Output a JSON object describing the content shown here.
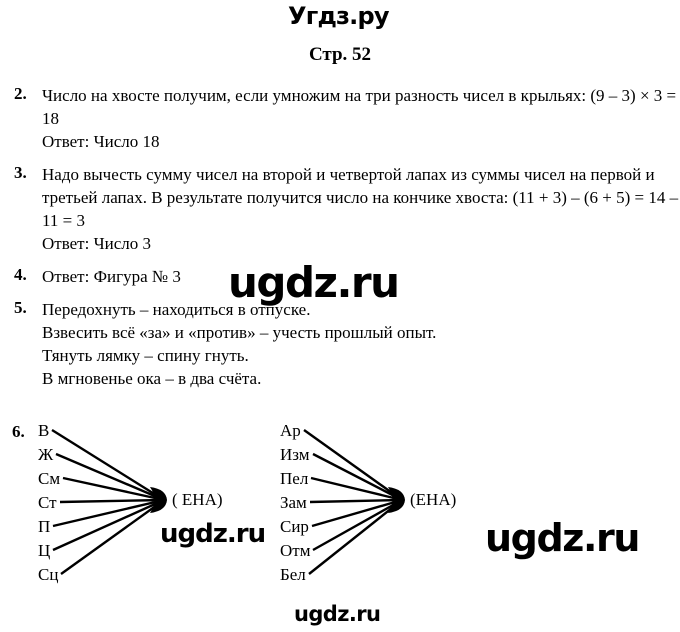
{
  "watermarks": {
    "logo": "Угдз.ру",
    "big_1": "ugdz.ru",
    "mid_left": "ugdz.ru",
    "mid_right": "ugdz.ru",
    "bottom": "ugdz.ru"
  },
  "page": {
    "heading": "Стр. 52"
  },
  "exercises": [
    {
      "number": "2.",
      "lines": [
        "Число на хвосте получим, если умножим на три разность чисел в крыльях: (9 – 3) × 3 = 18",
        "Ответ: Число 18"
      ]
    },
    {
      "number": "3.",
      "lines": [
        "Надо вычесть сумму чисел на второй и четвертой лапах из суммы чисел на первой и третьей лапах. В результате получится число на кончике хвоста: (11 + 3) – (6 + 5) = 14 – 11 = 3",
        "Ответ: Число 3"
      ]
    },
    {
      "number": "4.",
      "lines": [
        "Ответ: Фигура № 3"
      ]
    },
    {
      "number": "5.",
      "lines": [
        "Передохнуть – находиться в отпуске.",
        "Взвесить всё «за» и «против» – учесть прошлый опыт.",
        "Тянуть лямку – спину гнуть.",
        "В мгновенье ока – в два счёта."
      ]
    }
  ],
  "exercise6": {
    "number": "6.",
    "diagrams": [
      {
        "target": "( ЕНА)",
        "labels": [
          "В",
          "Ж",
          "См",
          "Ст",
          "П",
          "Ц",
          "Сц"
        ]
      },
      {
        "target": "(ЕНА)",
        "labels": [
          "Ар",
          "Изм",
          "Пел",
          "Зам",
          "Сир",
          "Отм",
          "Бел"
        ]
      }
    ]
  },
  "colors": {
    "ink": "#000000",
    "paper": "#ffffff"
  }
}
